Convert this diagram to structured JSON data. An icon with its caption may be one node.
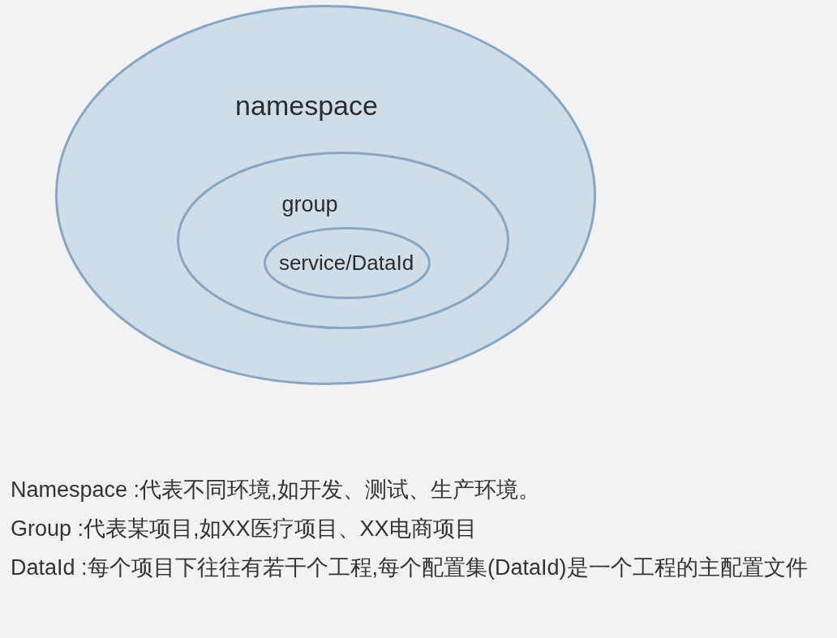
{
  "diagram": {
    "nodes": [
      {
        "text": [
          "namespace"
        ]
      },
      {
        "text": [
          "group"
        ],
        "in": 0
      },
      {
        "text": [
          "service/DataId"
        ],
        "in": 1
      }
    ],
    "edges": [],
    "labels": [
      "Namespace :代表不同环境,如开发、测试、生产环境。",
      "Group :代表某项目,如XX医疗项目、XX电商项目",
      "DataId :每个项目下往往有若干个工程,每个配置集(DataId)是一个工程的主配置文件"
    ]
  }
}
